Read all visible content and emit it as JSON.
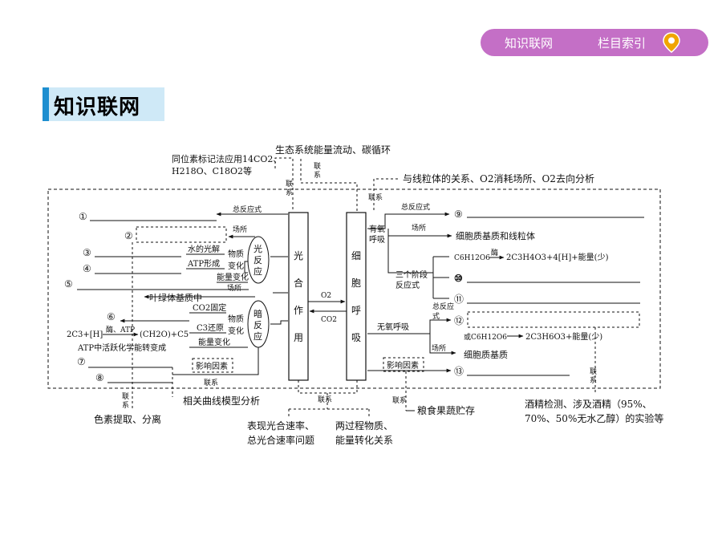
{
  "header": {
    "nav_left": "知识联网",
    "nav_right": "栏目索引",
    "section_title": "知识联网"
  },
  "diagram": {
    "photo_box": [
      "光",
      "合",
      "作",
      "用"
    ],
    "resp_box": [
      "细",
      "胞",
      "呼",
      "吸"
    ],
    "light_rx": [
      "光",
      "反",
      "应"
    ],
    "dark_rx": [
      "暗",
      "反",
      "应"
    ],
    "o2": "O2",
    "co2": "CO2",
    "top_ecosystem": "生态系统能量流动、碳循环",
    "isotope_line1": "同位素标记法应用14CO2、",
    "isotope_line2": "H218O、C18O2等",
    "mito_relation": "与线粒体的关系、O2消耗场所、O2去向分析",
    "lianxi": "联系",
    "lianxi_v": [
      "联",
      "系"
    ],
    "zongfanying": "总反应式",
    "changsuo": "场所",
    "water_photolysis": "水的光解",
    "atp_formation": "ATP形成",
    "wuzhi": "物质",
    "bianhua": "变化",
    "energy_change": "能量变化",
    "chloroplast_stroma": "叶绿体基质中",
    "co2_fixation": "CO2固定",
    "c3_reduction": "C3还原",
    "dark_eq1": "2C3+[H]",
    "dark_enzyme": "酶、ATP",
    "dark_eq2": "(CH2O)+C5",
    "atp_conversion": "ATP中活跃化学能转变成",
    "influence": "影响因素",
    "related_curves": "相关曲线模型分析",
    "pigment": "色素提取、分离",
    "rate_line1": "表现光合速率、",
    "rate_line2": "总光合速率问题",
    "process_line1": "两过程物质、",
    "process_line2": "能量转化关系",
    "storage": "粮食果蔬贮存",
    "alcohol_line1": "酒精检测、涉及酒精（95%、",
    "alcohol_line2": "70%、50%无水乙醇）的实验等",
    "aerobic1": "有氧",
    "aerobic2": "呼吸",
    "aerobic_site": "细胞质基质和线粒体",
    "three_stage1": "三个阶段",
    "three_stage2": "反应式",
    "glucose_eq": "C6H12O6",
    "enzyme": "酶",
    "pyruvate_eq": "2C3H4O3+4[H]+能量(少)",
    "anaerobic": "无氧呼吸",
    "anaerobic_total1": "总反应",
    "anaerobic_total2": "式",
    "or_glucose": "或C6H12O6",
    "lactic_eq": "2C3H6O3+能量(少)",
    "cytoplasm": "细胞质基质",
    "numbers": [
      "①",
      "②",
      "③",
      "④",
      "⑤",
      "⑥",
      "⑦",
      "⑧",
      "⑨",
      "⑩",
      "⑪",
      "⑫",
      "⑬"
    ]
  },
  "colors": {
    "nav_bg": "#c46fc6",
    "badge_blue": "#1e8fd0",
    "badge_light": "#cfe9f7",
    "pin_orange": "#f0a500"
  }
}
